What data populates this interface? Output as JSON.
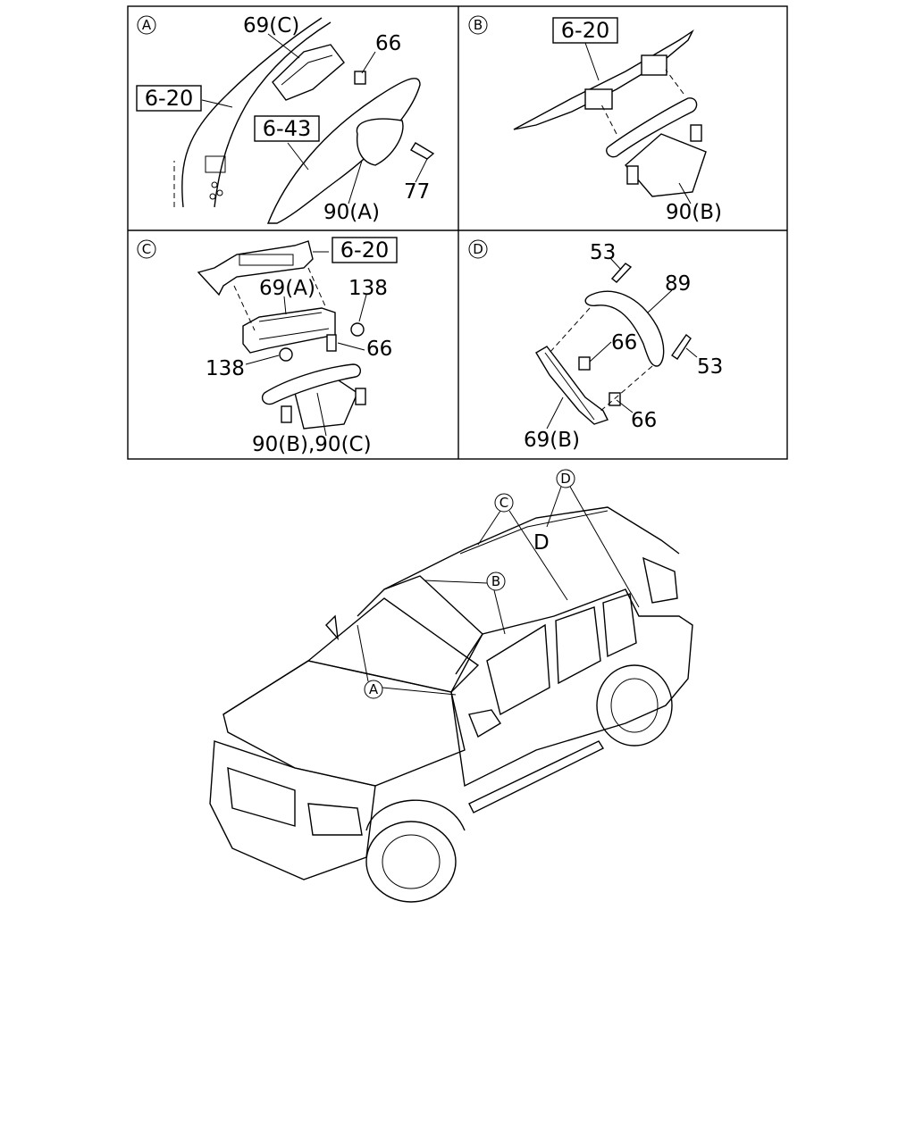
{
  "panels": {
    "A": {
      "marker": "A",
      "labels": [
        "69(C)",
        "66",
        "6-20",
        "6-43",
        "77",
        "90(A)"
      ]
    },
    "B": {
      "marker": "B",
      "labels": [
        "6-20",
        "90(B)"
      ]
    },
    "C": {
      "marker": "C",
      "labels": [
        "6-20",
        "69(A)",
        "138",
        "66",
        "138",
        "90(B),90(C)"
      ]
    },
    "D": {
      "marker": "D",
      "labels": [
        "53",
        "89",
        "66",
        "53",
        "66",
        "69(B)"
      ]
    }
  },
  "vehicle": {
    "callouts": [
      "A",
      "B",
      "C",
      "D"
    ],
    "letter": "D"
  }
}
